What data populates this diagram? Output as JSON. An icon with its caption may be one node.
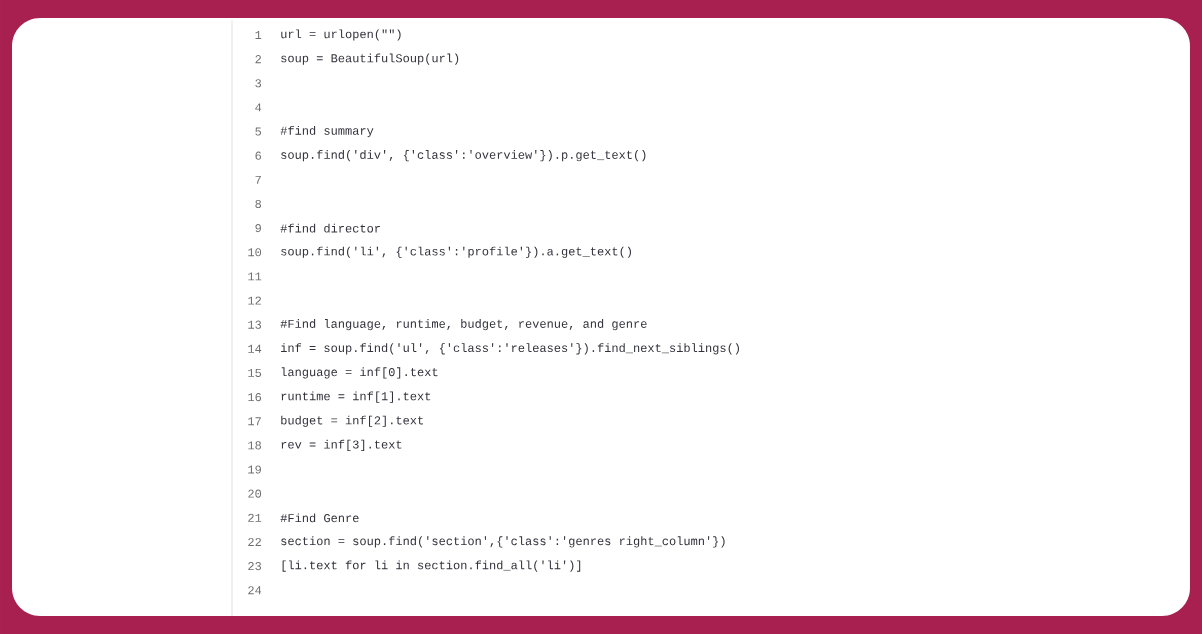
{
  "diagram": {
    "labels": [
      "1",
      "url = urlopen(\"\")",
      "2",
      "soup = BeautifulSoup(url)",
      "3",
      "4",
      "5",
      "#find summary",
      "6",
      "soup.find('div', {'class':'overview'}).p.get_text()",
      "7",
      "8",
      "9",
      "#find director",
      "10",
      "soup.find('li', {'class':'profile'}).a.get_text()",
      "11",
      "12",
      "13",
      "#Find language, runtime, budget, revenue, and genre",
      "14",
      "inf = soup.find('ul', {'class':'releases'}).find_next_siblings()",
      "15",
      "language = inf[0].text",
      "16",
      "runtime = inf[1].text",
      "17",
      "budget = inf[2].text",
      "18",
      "rev = inf[3].text",
      "19",
      "20",
      "21",
      "#Find Genre",
      "22",
      "section = soup.find('section',{'class':'genres right_column'})",
      "23",
      "[li.text for li in section.find_all('li')]",
      "24"
    ]
  }
}
